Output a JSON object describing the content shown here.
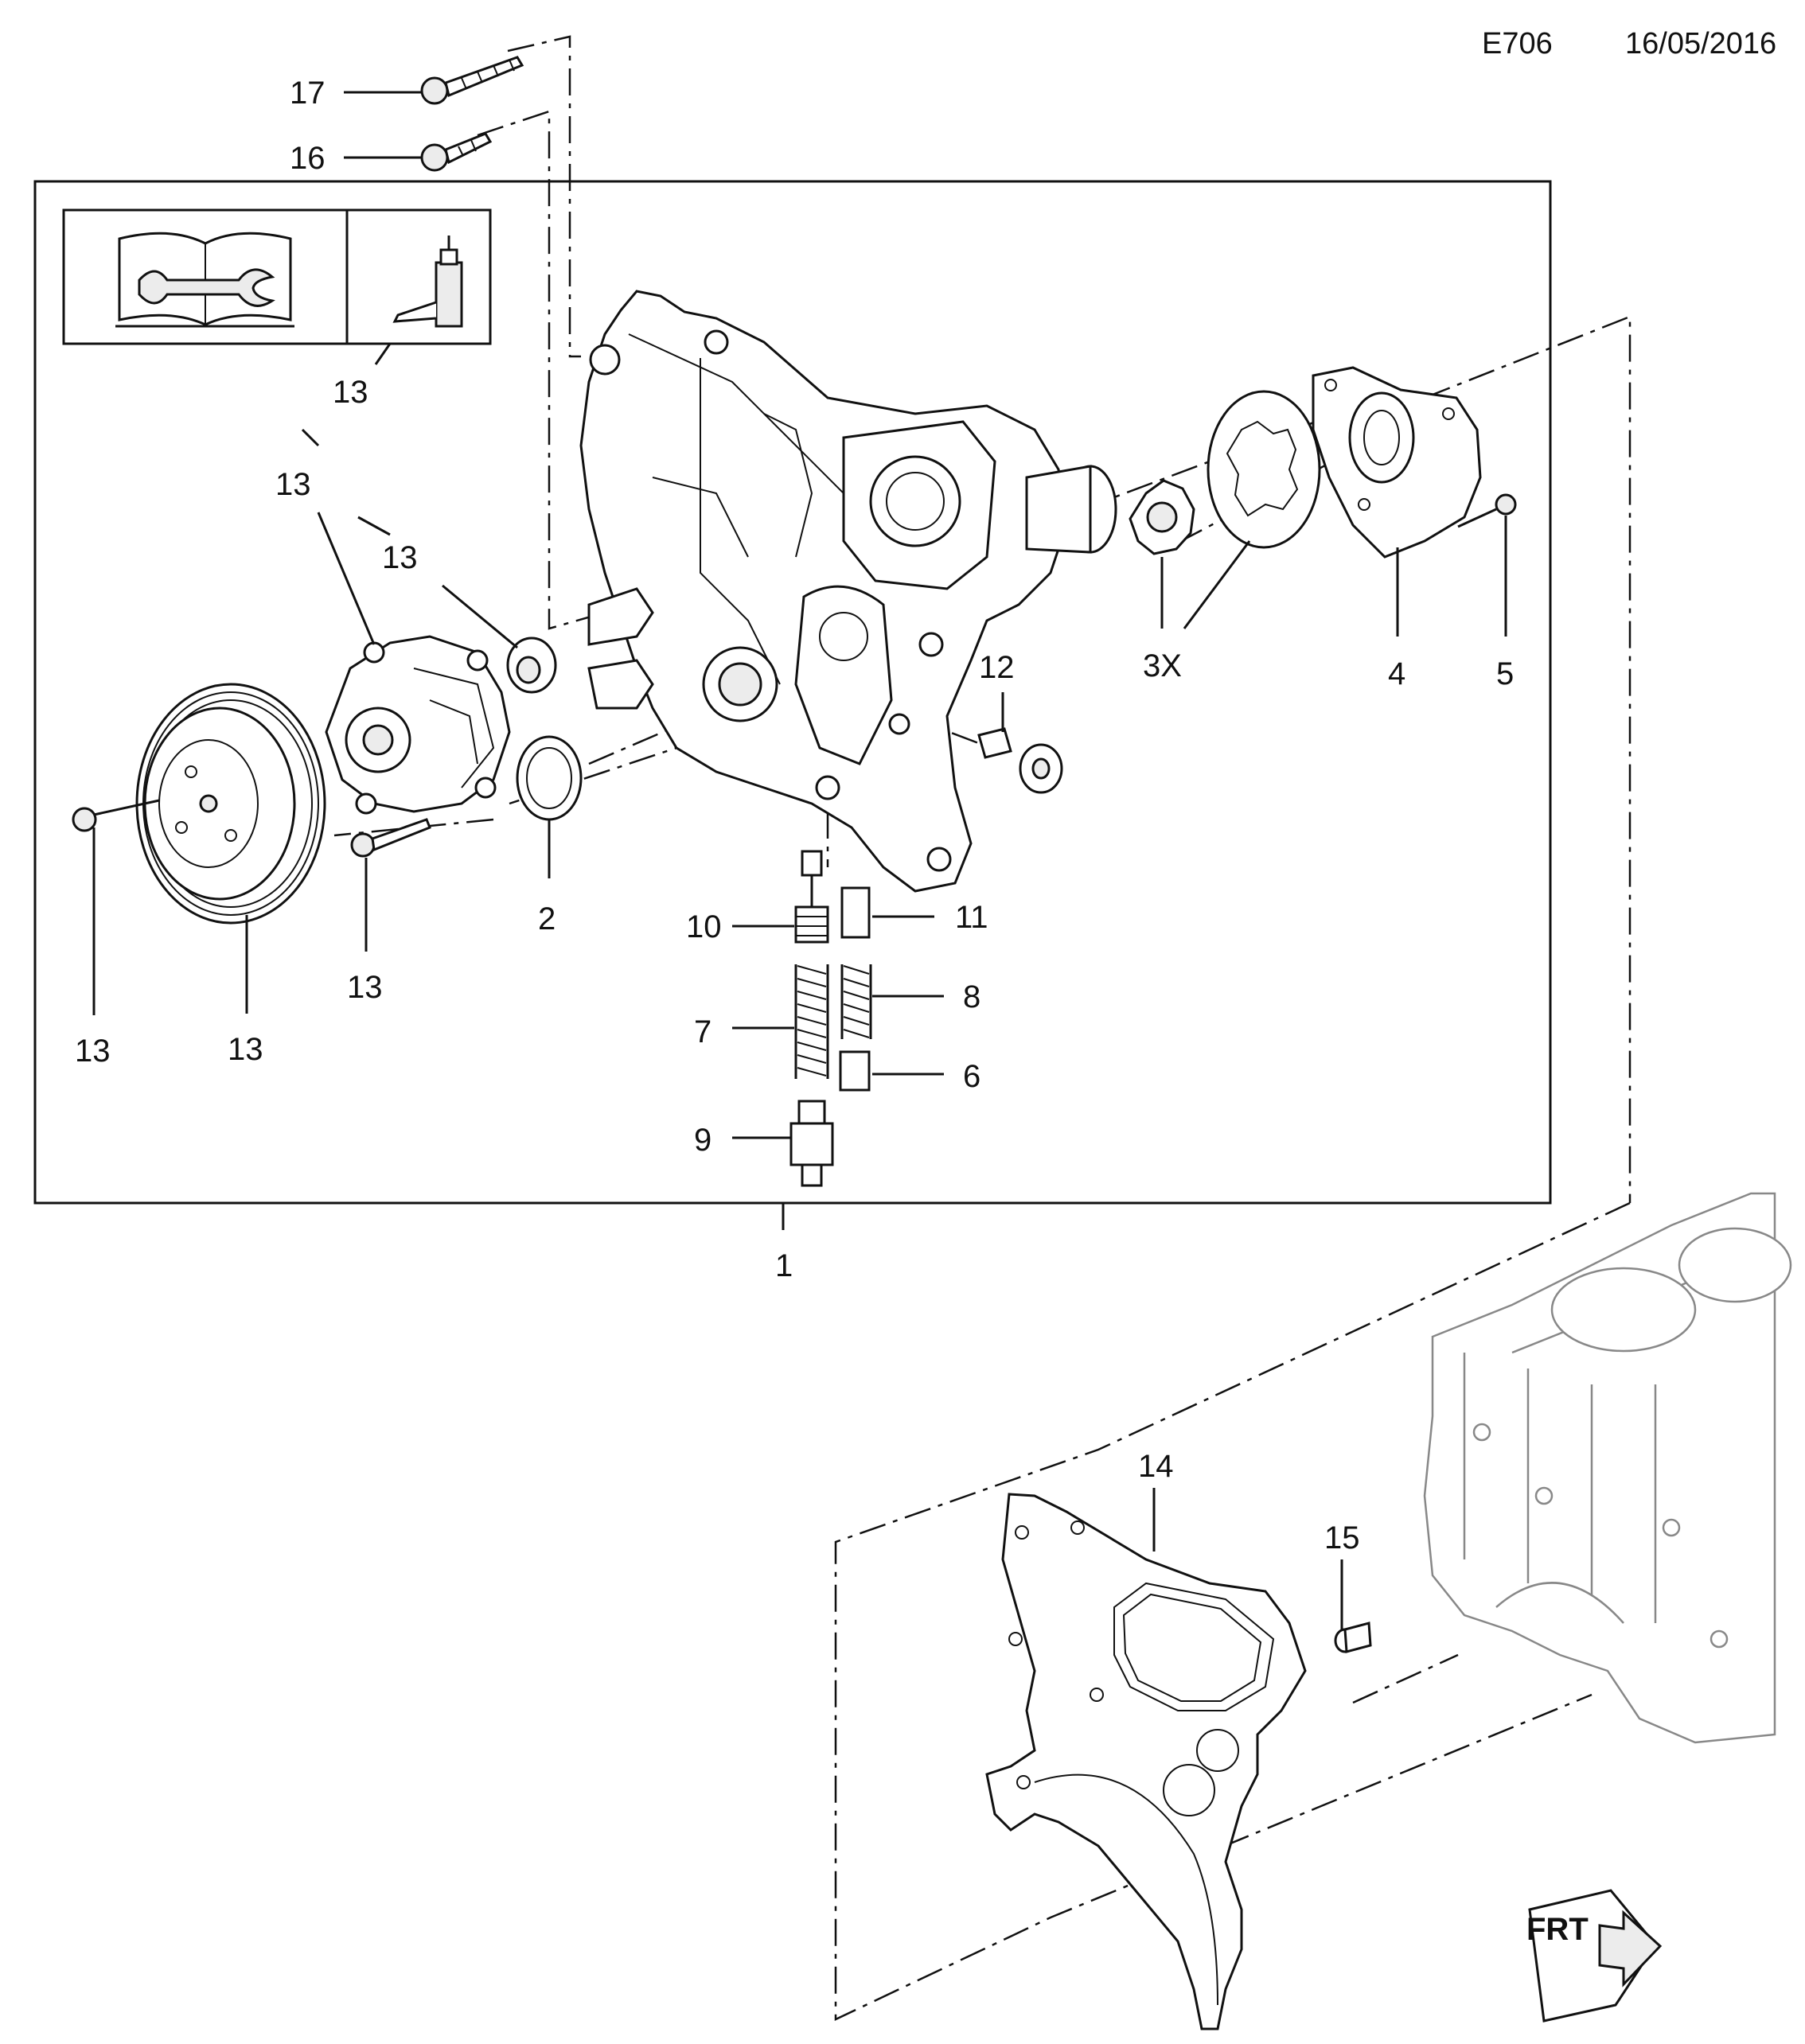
{
  "header": {
    "diagram_code": "E706",
    "date": "16/05/2016"
  },
  "icons": {
    "manual": "manual-wrench-icon",
    "sealant": "sealant-bottle-icon",
    "front": "front-arrow-icon"
  },
  "front_label": "FRT",
  "callouts": {
    "c1": "1",
    "c2": "2",
    "c3": "3X",
    "c4": "4",
    "c5": "5",
    "c6": "6",
    "c7": "7",
    "c8": "8",
    "c9": "9",
    "c10": "10",
    "c11": "11",
    "c12": "12",
    "c13a": "13",
    "c13b": "13",
    "c13c": "13",
    "c13d": "13",
    "c13e": "13",
    "c13f": "13",
    "c14": "14",
    "c15": "15",
    "c16": "16",
    "c17": "17"
  }
}
